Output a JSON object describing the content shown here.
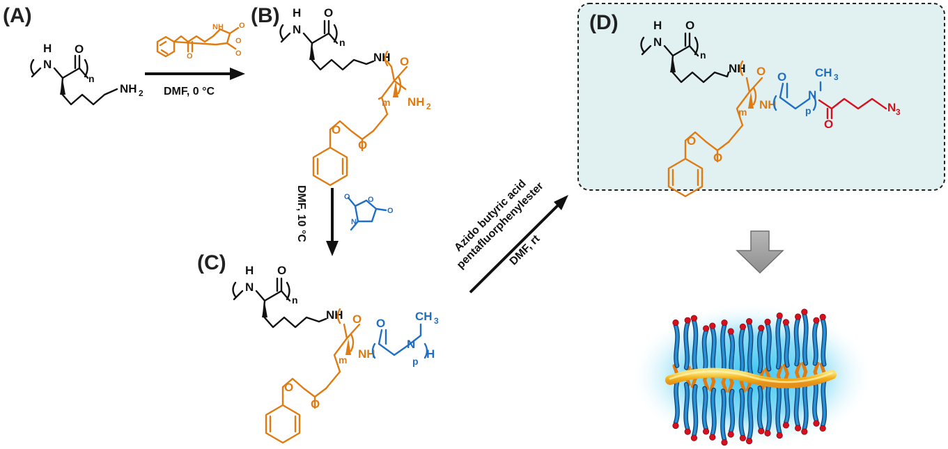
{
  "colors": {
    "backbone": "#111111",
    "glutamate_block": "#e07b12",
    "sarcosine_block": "#1f6fc4",
    "azide_cap": "#d6101e",
    "panel_d_fill": "#e1f0f1",
    "arrow_gray": "#9a9a9a",
    "micelle_glow": "#3ec8f2"
  },
  "panels": {
    "a": "(A)",
    "b": "(B)",
    "c": "(C)",
    "d": "(D)"
  },
  "steps": {
    "step1": "DMF, 0 °C",
    "step2": "DMF, 10 °C",
    "step3_line1": "Azido butyric acid",
    "step3_line2": "pentafluorphenylester",
    "step3_line3": "DMF, rt"
  },
  "atoms": {
    "H": "H",
    "N": "N",
    "O": "O",
    "NH": "NH",
    "NH2": "NH",
    "sub2": "2",
    "CH3": "CH",
    "sub3": "3",
    "N3": "N",
    "n": "n",
    "m": "m",
    "p": "p"
  }
}
